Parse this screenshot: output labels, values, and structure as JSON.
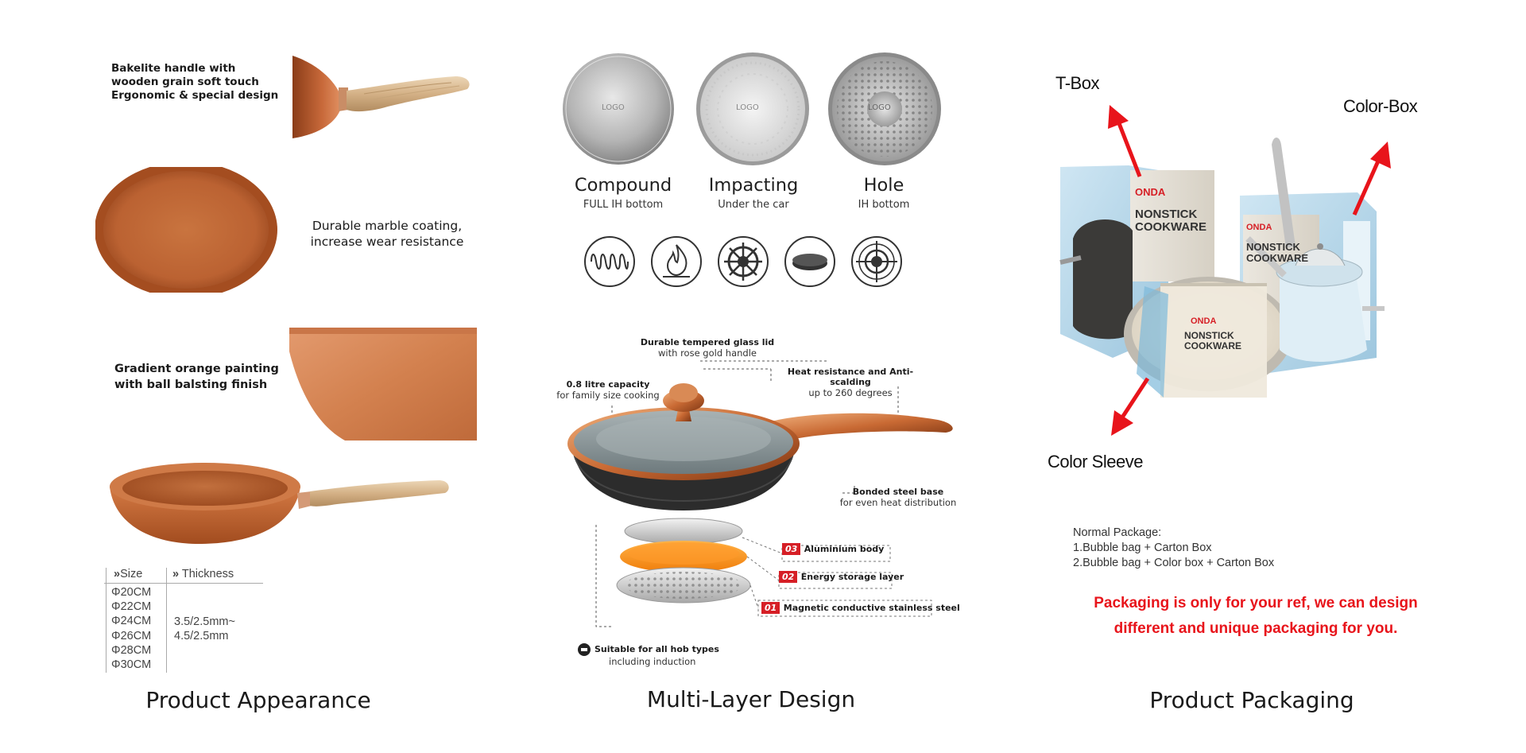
{
  "appearance": {
    "note_handle": [
      "Bakelite handle with",
      "wooden grain soft touch",
      "Ergonomic & special design"
    ],
    "note_coating": [
      "Durable marble coating,",
      "increase wear resistance"
    ],
    "note_gradient": [
      "Gradient orange painting",
      "with ball balsting finish"
    ],
    "table": {
      "col1_header": "Size",
      "col2_header": "Thickness",
      "sizes": [
        "Φ20CM",
        "Φ22CM",
        "Φ24CM",
        "Φ26CM",
        "Φ28CM",
        "Φ30CM"
      ],
      "thickness": [
        "3.5/2.5mm~",
        "4.5/2.5mm"
      ]
    },
    "caption": "Product Appearance"
  },
  "multilayer": {
    "bases": [
      {
        "title": "Compound",
        "subtitle": "FULL IH bottom",
        "logo": "LOGO"
      },
      {
        "title": "Impacting",
        "subtitle": "Under the car",
        "logo": "LOGO"
      },
      {
        "title": "Hole",
        "subtitle": "IH bottom",
        "logo": "LOGO"
      }
    ],
    "hob_icons": [
      "induction-coil-icon",
      "gas-flame-icon",
      "gas-burner-icon",
      "hot-plate-icon",
      "ceramic-hob-icon"
    ],
    "callouts": {
      "lid_bold": "Durable tempered glass lid",
      "lid_normal": "with rose gold handle",
      "capacity_bold": "0.8 litre capacity",
      "capacity_normal": "for family size cooking",
      "heat_bold": "Heat resistance and Anti-scalding",
      "heat_normal": "up to 260 degrees",
      "base_bold": "Bonded steel base",
      "base_normal": "for even heat distribution",
      "hob_bold": "Suitable for all hob types",
      "hob_normal": "including induction"
    },
    "layers": [
      {
        "num": "03",
        "label": "Aluminium body"
      },
      {
        "num": "02",
        "label": "Energy storage layer"
      },
      {
        "num": "01",
        "label": "Magnetic conductive stainless steel"
      }
    ],
    "caption": "Multi-Layer Design"
  },
  "packaging": {
    "labels": {
      "tbox": "T-Box",
      "colorbox": "Color-Box",
      "sleeve": "Color Sleeve"
    },
    "box_brand": "ONDA",
    "box_lines": [
      "NONSTICK",
      "COOKWARE"
    ],
    "normal_title": "Normal Package:",
    "normal_items": [
      "1.Bubble bag + Carton Box",
      "2.Bubble bag + Color box + Carton Box"
    ],
    "disclaimer": [
      "Packaging is only for your ref, we can design",
      "different and unique packaging for you."
    ],
    "caption": "Product Packaging"
  },
  "colors": {
    "copper": "#c8693a",
    "red_accent": "#e8141b",
    "wood": "#d9b98f"
  }
}
